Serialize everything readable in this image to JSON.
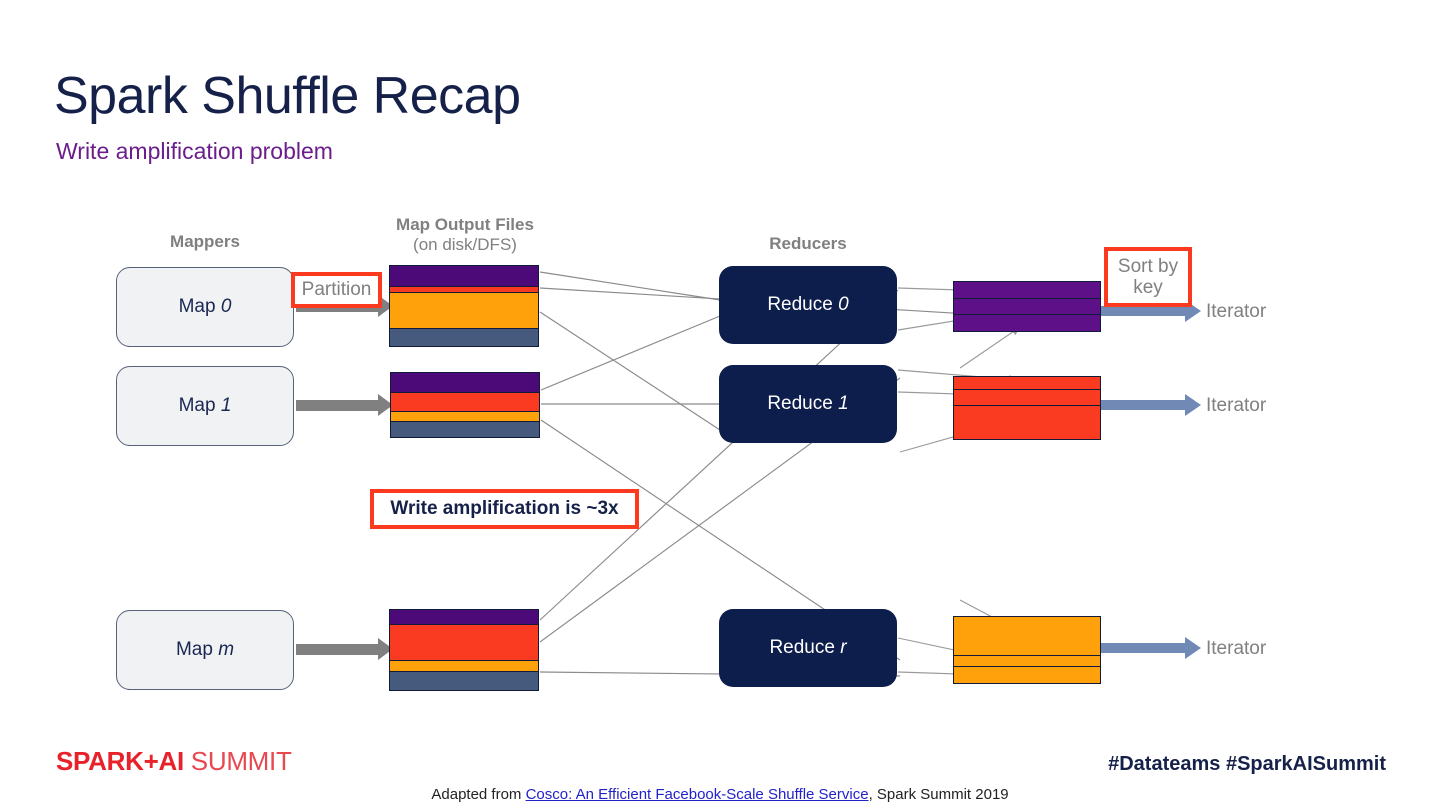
{
  "slide": {
    "title": "Spark Shuffle Recap",
    "subtitle": "Write amplification problem"
  },
  "diagram": {
    "headings": {
      "mappers": "Mappers",
      "map_output_files": "Map Output Files",
      "map_output_files_sub": "(on disk/DFS)",
      "reducers": "Reducers"
    },
    "mappers": [
      {
        "label": "Map 0",
        "label_plain": "Map",
        "label_italic": "0"
      },
      {
        "label": "Map 1",
        "label_plain": "Map",
        "label_italic": "1"
      },
      {
        "label": "Map m",
        "label_plain": "Map",
        "label_italic": "m"
      }
    ],
    "reducers": [
      {
        "label": "Reduce 0",
        "label_plain": "Reduce",
        "label_italic": "0"
      },
      {
        "label": "Reduce 1",
        "label_plain": "Reduce",
        "label_italic": "1"
      },
      {
        "label": "Reduce r",
        "label_plain": "Reduce",
        "label_italic": "r"
      }
    ],
    "iterator_labels": [
      "Iterator",
      "Iterator",
      "Iterator"
    ],
    "callouts": {
      "partition": "Partition",
      "sort_by_key_line1": "Sort by",
      "sort_by_key_line2": "key",
      "write_amplification": "Write amplification is ~3x"
    },
    "colors": {
      "purple": "#4b0a78",
      "red": "#fb3a22",
      "orange": "#ffa10a",
      "slate": "#465a7e",
      "outline": "#0f1b38",
      "callout_border": "#fb3a1f",
      "reducer_fill": "#0d1e4c",
      "mapper_fill": "#f1f2f4",
      "mapper_border": "#56617a",
      "arrow_gray": "#808080",
      "arrow_blue": "#7089b5",
      "title": "#16214a",
      "subtitle": "#6b1d8c",
      "heading_gray": "#808080"
    },
    "map_output_stacks": [
      {
        "name": "map-0-output-file",
        "bands": [
          {
            "color": "#4b0a78",
            "pct": 25
          },
          {
            "color": "#fb3a22",
            "pct": 7
          },
          {
            "color": "#ffa10a",
            "pct": 45
          },
          {
            "color": "#465a7e",
            "pct": 23
          }
        ]
      },
      {
        "name": "map-1-output-file",
        "bands": [
          {
            "color": "#4b0a78",
            "pct": 30
          },
          {
            "color": "#fb3a22",
            "pct": 30
          },
          {
            "color": "#ffa10a",
            "pct": 15
          },
          {
            "color": "#465a7e",
            "pct": 25
          }
        ]
      },
      {
        "name": "map-m-output-file",
        "bands": [
          {
            "color": "#4b0a78",
            "pct": 18
          },
          {
            "color": "#fb3a22",
            "pct": 44
          },
          {
            "color": "#ffa10a",
            "pct": 14
          },
          {
            "color": "#465a7e",
            "pct": 24
          }
        ]
      }
    ],
    "reduce_output_blocks": [
      {
        "name": "reduce-0-output",
        "color": "#5e1089",
        "bands": [
          33,
          33,
          34
        ]
      },
      {
        "name": "reduce-1-output",
        "color": "#fb3a22",
        "bands": [
          20,
          25,
          55
        ]
      },
      {
        "name": "reduce-r-output",
        "color": "#ffa10a",
        "bands": [
          58,
          16,
          26
        ]
      }
    ]
  },
  "footer": {
    "logo_bold": "SPARK+AI",
    "logo_light": " SUMMIT",
    "hashtags": "#Datateams  #SparkAISummit",
    "credit_prefix": "Adapted from ",
    "credit_link": "Cosco: An Efficient Facebook-Scale Shuffle Service",
    "credit_suffix": ", Spark Summit 2019"
  }
}
